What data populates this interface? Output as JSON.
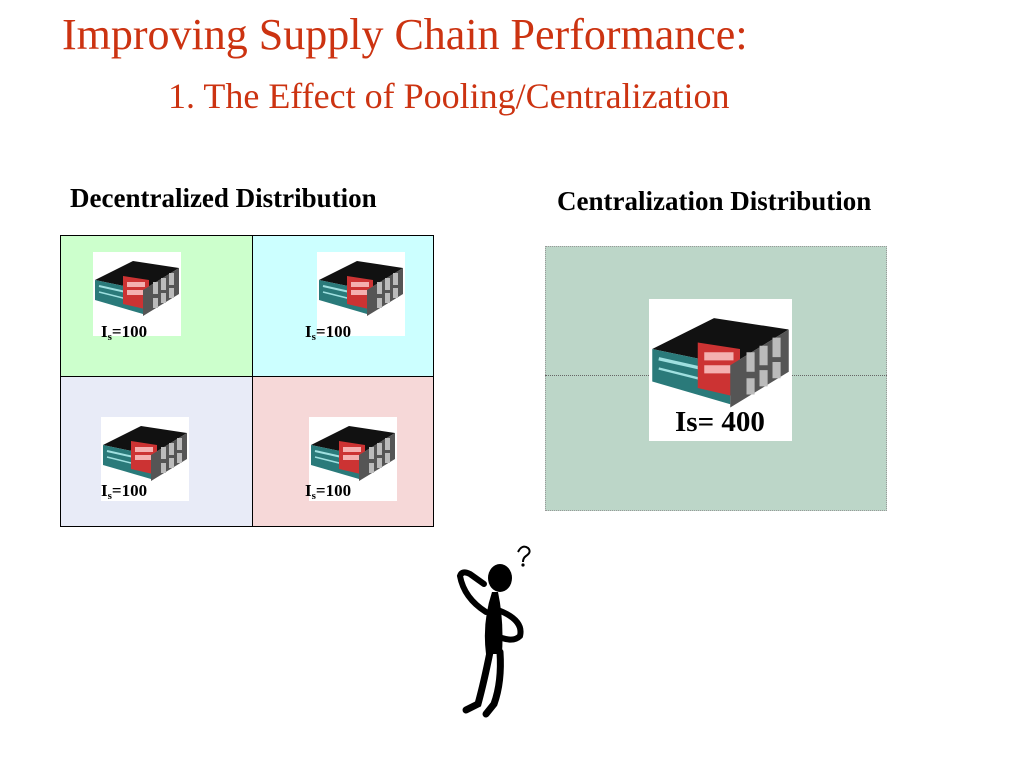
{
  "slide": {
    "title": "Improving Supply Chain Performance:",
    "subtitle": "1. The Effect of Pooling/Centralization"
  },
  "decentralized": {
    "heading": "Decentralized Distribution",
    "regions": [
      {
        "label_main": "I",
        "label_sub": "s",
        "label_value": "=100",
        "color": "#ccffcc"
      },
      {
        "label_main": "I",
        "label_sub": "s",
        "label_value": "=100",
        "color": "#ccffff"
      },
      {
        "label_main": "I",
        "label_sub": "s",
        "label_value": "=100",
        "color": "#e8ebf7"
      },
      {
        "label_main": "I",
        "label_sub": "s",
        "label_value": "=100",
        "color": "#f6d8d8"
      }
    ]
  },
  "centralized": {
    "heading": "Centralization Distribution",
    "label": "Is= 400",
    "color": "#bcd6c8"
  },
  "icons": {
    "warehouse": "warehouse-icon",
    "figure": "thinking-person-icon"
  }
}
